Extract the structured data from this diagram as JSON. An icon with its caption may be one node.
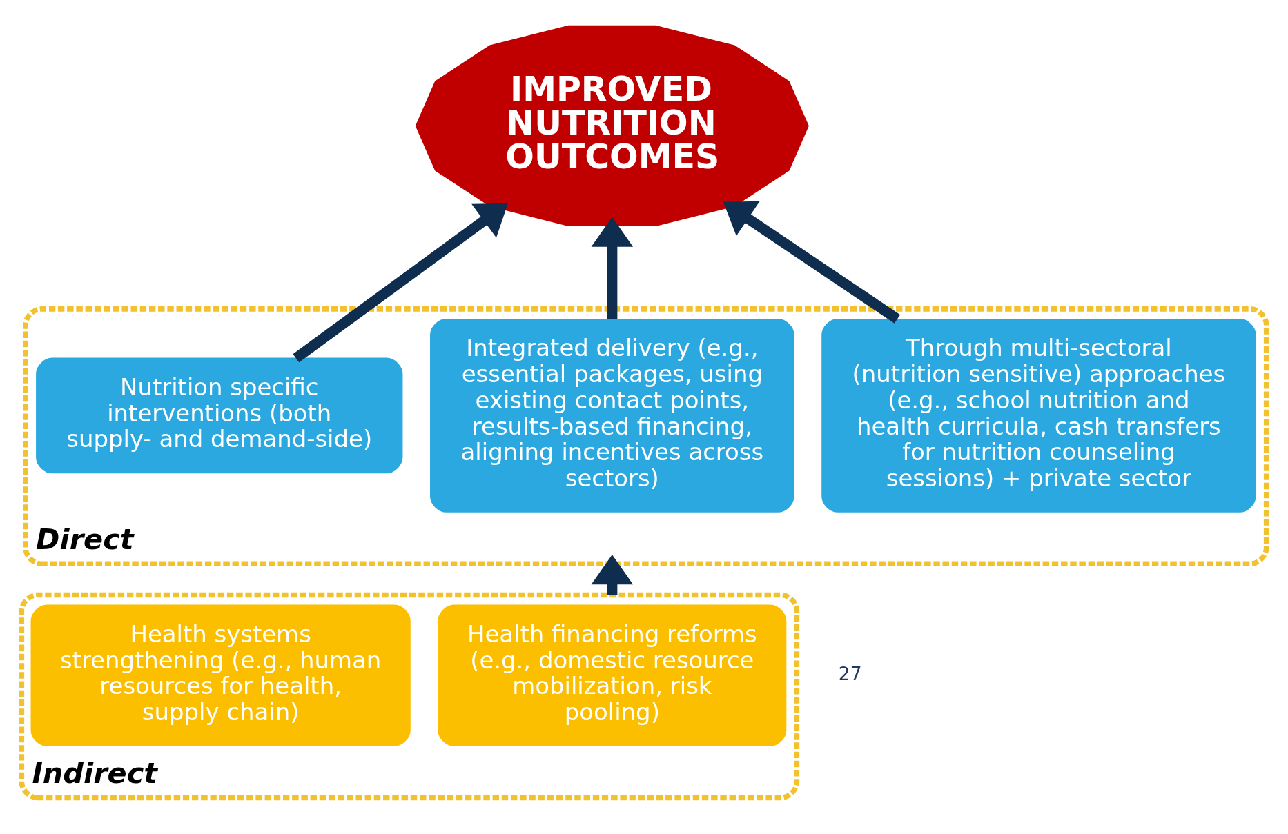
{
  "diagram": {
    "nodes": [
      {
        "text": [
          "IMPROVED NUTRITION OUTCOMES"
        ]
      },
      {
        "text": [
          "Direct"
        ]
      },
      {
        "text": [
          "Nutrition specific interventions (both supply- and demand-side)"
        ],
        "in": 1
      },
      {
        "text": [
          "Integrated delivery (e.g., essential packages, using existing contact points, results-based financing, aligning incentives across sectors)"
        ],
        "in": 1
      },
      {
        "text": [
          "Through multi-sectoral (nutrition sensitive) approaches (e.g., school nutrition and health curricula, cash transfers for nutrition counseling sessions) + private sector"
        ],
        "in": 1
      },
      {
        "text": [
          "Indirect"
        ]
      },
      {
        "text": [
          "Health systems strengthening (e.g., human resources for health, supply chain)"
        ],
        "in": 5
      },
      {
        "text": [
          "Health financing reforms (e.g., domestic resource mobilization, risk pooling)"
        ],
        "in": 5
      }
    ],
    "edges": [
      {
        "from": 2,
        "to": 0,
        "arrow": "to"
      },
      {
        "from": 3,
        "to": 0,
        "arrow": "to"
      },
      {
        "from": 4,
        "to": 0,
        "arrow": "to"
      },
      {
        "from": 5,
        "to": 1,
        "arrow": "to"
      }
    ],
    "labels": [
      "27"
    ]
  }
}
